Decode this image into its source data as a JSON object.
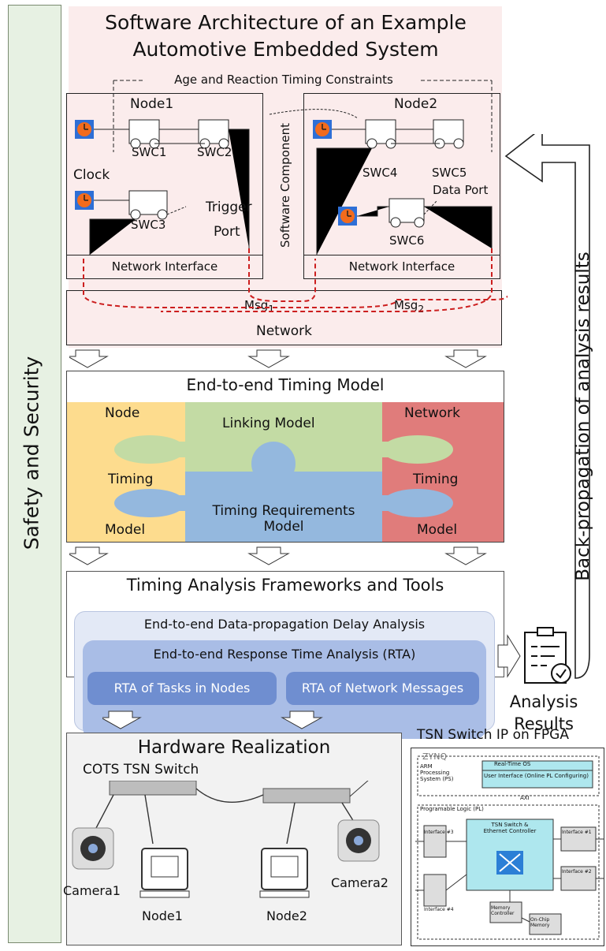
{
  "sidebar": {
    "label": "Safety and Security"
  },
  "feedback": {
    "label": "Back-propagation of analysis results"
  },
  "architecture": {
    "title_line1": "Software Architecture of an Example",
    "title_line2": "Automotive Embedded System",
    "constraint_label": "Age and Reaction Timing Constraints",
    "software_component_label": "Software Component",
    "node1": {
      "title": "Node1",
      "swc": [
        "SWC1",
        "SWC2",
        "SWC3"
      ],
      "network_interface": "Network Interface",
      "clock_label": "Clock",
      "trigger_label_1": "Trigger",
      "trigger_label_2": "Port"
    },
    "node2": {
      "title": "Node2",
      "swc": [
        "SWC4",
        "SWC5",
        "SWC6"
      ],
      "network_interface": "Network Interface",
      "data_port_label": "Data Port"
    },
    "network": {
      "label": "Network",
      "msg1": "Msg",
      "msg1_sub": "1",
      "msg2": "Msg",
      "msg2_sub": "2"
    },
    "colors": {
      "clock_bg": "#2e6fd6",
      "clock_face": "#f26b1d",
      "message_path": "#cc1f1f"
    }
  },
  "timing_model": {
    "title": "End-to-end Timing Model",
    "node_col": [
      "Node",
      "Timing",
      "Model"
    ],
    "linking": "Linking Model",
    "network_col": [
      "Network",
      "Timing",
      "Model"
    ],
    "requirements_line1": "Timing Requirements",
    "requirements_line2": "Model"
  },
  "frameworks": {
    "title": "Timing Analysis Frameworks and Tools",
    "outer": "End-to-end Data-propagation Delay Analysis",
    "middle": "End-to-end Response Time Analysis (RTA)",
    "left": "RTA of Tasks in Nodes",
    "right": "RTA of Network Messages"
  },
  "results": {
    "line1": "Analysis",
    "line2": "Results"
  },
  "hardware": {
    "title": "Hardware Realization",
    "switch_label": "COTS TSN Switch",
    "camera1": "Camera1",
    "camera2": "Camera2",
    "node1": "Node1",
    "node2": "Node2"
  },
  "fpga": {
    "title": "TSN Switch IP on FPGA",
    "brand": "ZYNQ",
    "rtos": "Real-Time OS",
    "ps": "ARM Processing System (PS)",
    "ui": "User Interface (Online PL Configuring)",
    "axi": "AXI",
    "pl": "Programable Logic (PL)",
    "core_line1": "TSN Switch &",
    "core_line2": "Ethernet Controller",
    "if3": "Interface #3",
    "if4": "Interface #4",
    "if1": "Interface #1",
    "if2": "Interface #2",
    "mem_ctrl": "Memory Controller",
    "onchip": "On-Chip Memory"
  }
}
